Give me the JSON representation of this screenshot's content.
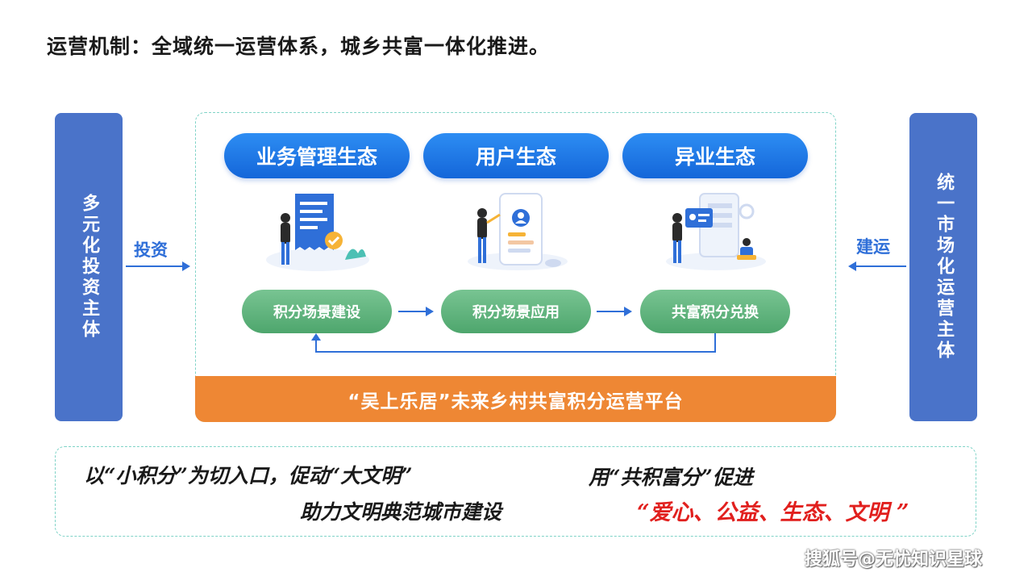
{
  "title": "运营机制：全域统一运营体系，城乡共富一体化推进。",
  "left_panel": {
    "text": "多元化投资主体",
    "arrow_label": "投资"
  },
  "right_panel": {
    "text": "统一市场化运营主体",
    "arrow_label": "建运"
  },
  "ecosystems": [
    "业务管理生态",
    "用户生态",
    "异业生态"
  ],
  "flow_steps": [
    "积分场景建设",
    "积分场景应用",
    "共富积分兑换"
  ],
  "platform": "“吴上乐居”未来乡村共富积分运营平台",
  "slogans": {
    "line1_left": "以“小积分”为切入口，促动“大文明”",
    "line2_left": "助力文明典范城市建设",
    "line1_right": "用“共积富分”促进",
    "line2_right": "“爱心、公益、生态、文明 ”"
  },
  "watermark": "搜狐号@无忧知识星球",
  "colors": {
    "side_panel": "#4a73c9",
    "eco_blue": "#1466d9",
    "pill_green": "#5bb077",
    "platform_orange": "#ee8734",
    "slogan_red": "#e1201e",
    "arrow_blue": "#2f6fd8"
  }
}
